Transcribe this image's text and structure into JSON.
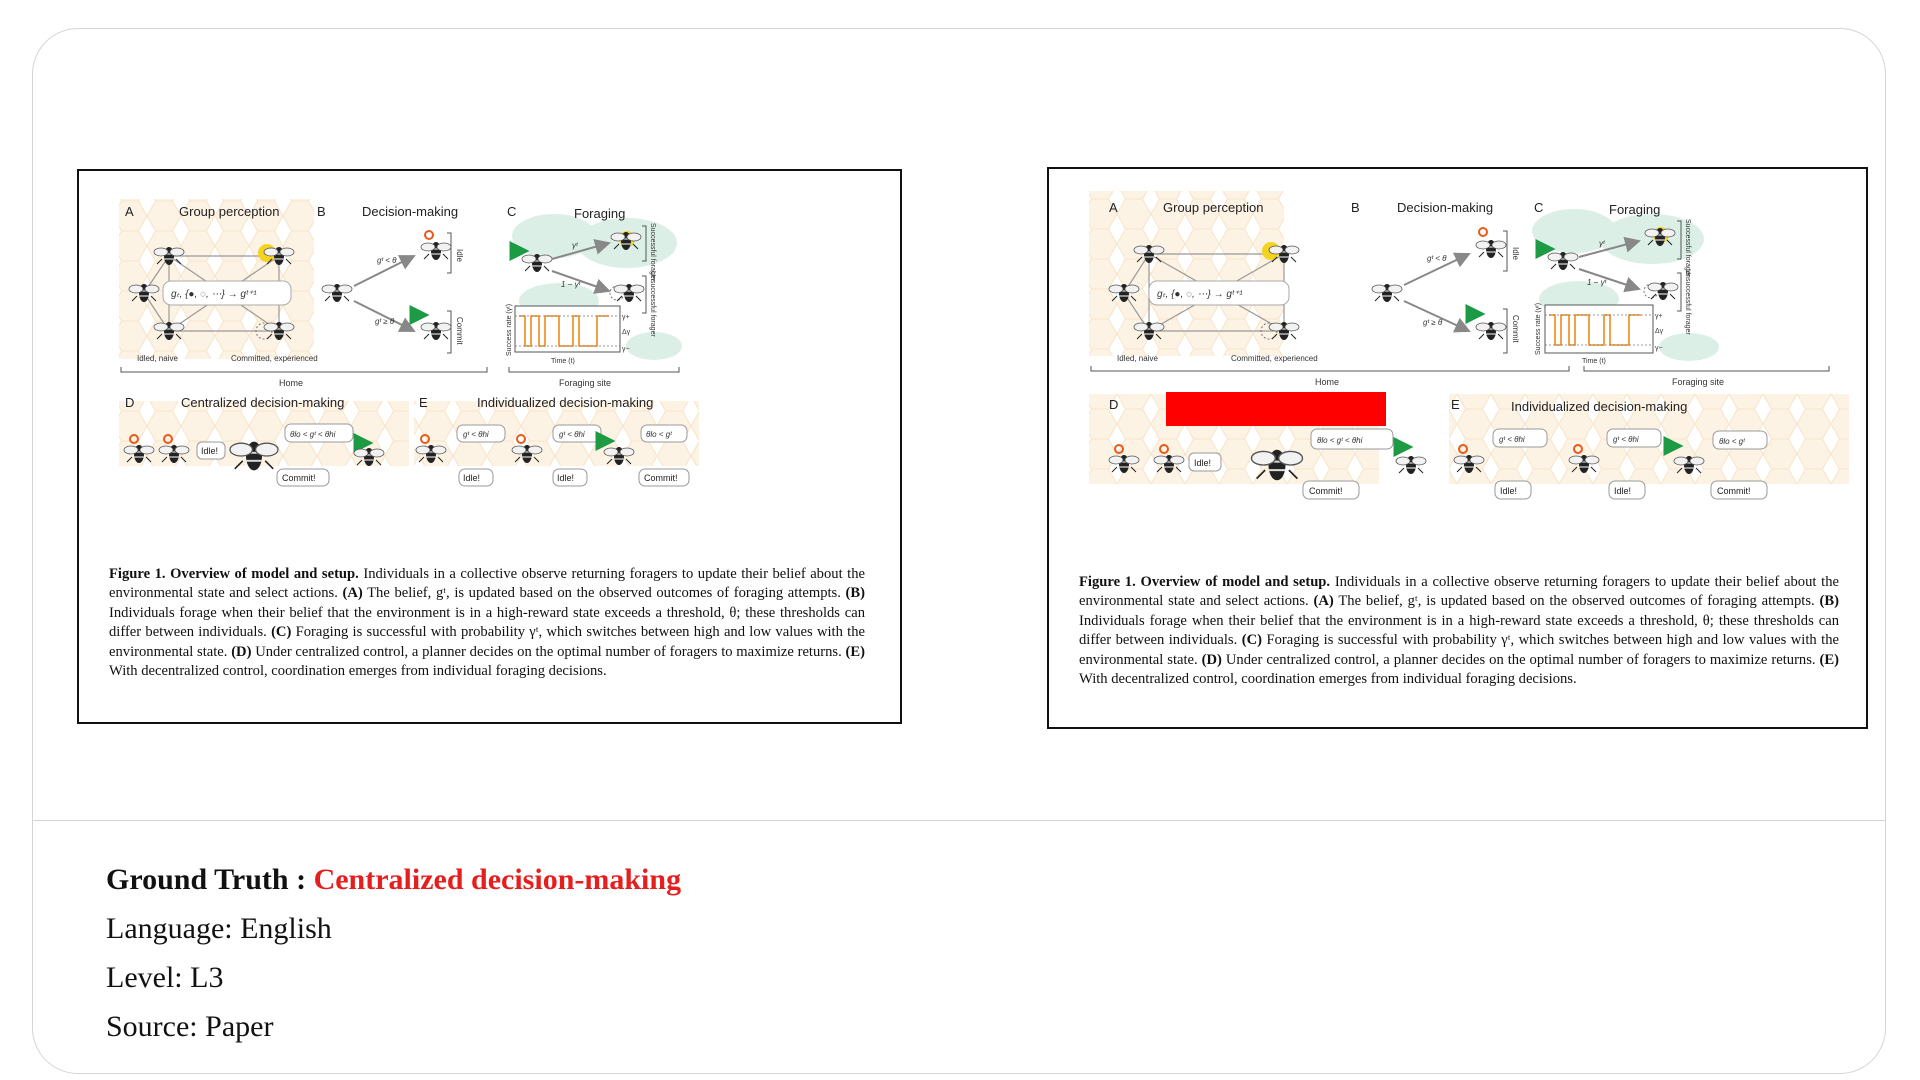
{
  "figure": {
    "panel_labels": [
      "A",
      "B",
      "C",
      "D",
      "E"
    ],
    "titles": {
      "a": "Group perception",
      "b": "Decision-making",
      "c": "Foraging",
      "d": "Centralized decision-making",
      "e": "Individualized decision-making"
    },
    "labels": {
      "idled": "Idled, naive",
      "committed": "Committed, experienced",
      "home": "Home",
      "foraging_site": "Foraging site",
      "idle": "Idle",
      "commit": "Commit",
      "successful": "Successful forager",
      "unsuccessful": "Unsuccessful forager",
      "success_rate": "Success rate (γᵗ)",
      "time": "Time (t)",
      "gamma_plus": "γ+",
      "gamma_minus": "γ−",
      "delta_gamma": "Δγ"
    },
    "math": {
      "update": "gₜ, {●, ◌, ⋯} → gᵗ⁺¹",
      "lt_theta": "gᵗ < θ",
      "ge_theta": "gᵗ ≥ θ",
      "gamma_t": "γᵗ",
      "one_minus_gamma": "1 − γᵗ",
      "range": "θlo < gᵗ < θhi",
      "below_hi": "gᵗ < θhi",
      "above_lo": "θlo < gᵗ"
    },
    "bubbles": {
      "idle": "Idle!",
      "commit": "Commit!"
    },
    "caption": {
      "heading": "Figure 1.  Overview of model and setup.",
      "body": "Individuals in a collective observe returning foragers to update their belief about the environmental state and select actions.",
      "a_label": "(A)",
      "a_text": "The belief, gᵗ, is updated based on the observed outcomes of foraging attempts.",
      "b_label": "(B)",
      "b_text": "Individuals forage when their belief that the environment is in a high-reward state exceeds a threshold, θ; these thresholds can differ between individuals.",
      "c_label": "(C)",
      "c_text": "Foraging is successful with probability γᵗ, which switches between high and low values with the environmental state.",
      "d_label": "(D)",
      "d_text": "Under centralized control, a planner decides on the optimal number of foragers to maximize returns.",
      "e_label": "(E)",
      "e_text": "With decentralized control, coordination emerges from individual foraging decisions."
    }
  },
  "meta": {
    "ground_truth_label": "Ground Truth : ",
    "ground_truth_value": "Centralized decision-making",
    "language": "Language: English",
    "level": "Level: L3",
    "source": "Source: Paper"
  },
  "colors": {
    "redaction": "#ff0000",
    "ground_truth": "#e61e1e",
    "hex_bg": "#fdf3e4",
    "cloud": "#dcefe6",
    "step_orange": "#f08a1c",
    "sun_yellow": "#f5d31e",
    "arrow_green": "#1c9a44"
  }
}
